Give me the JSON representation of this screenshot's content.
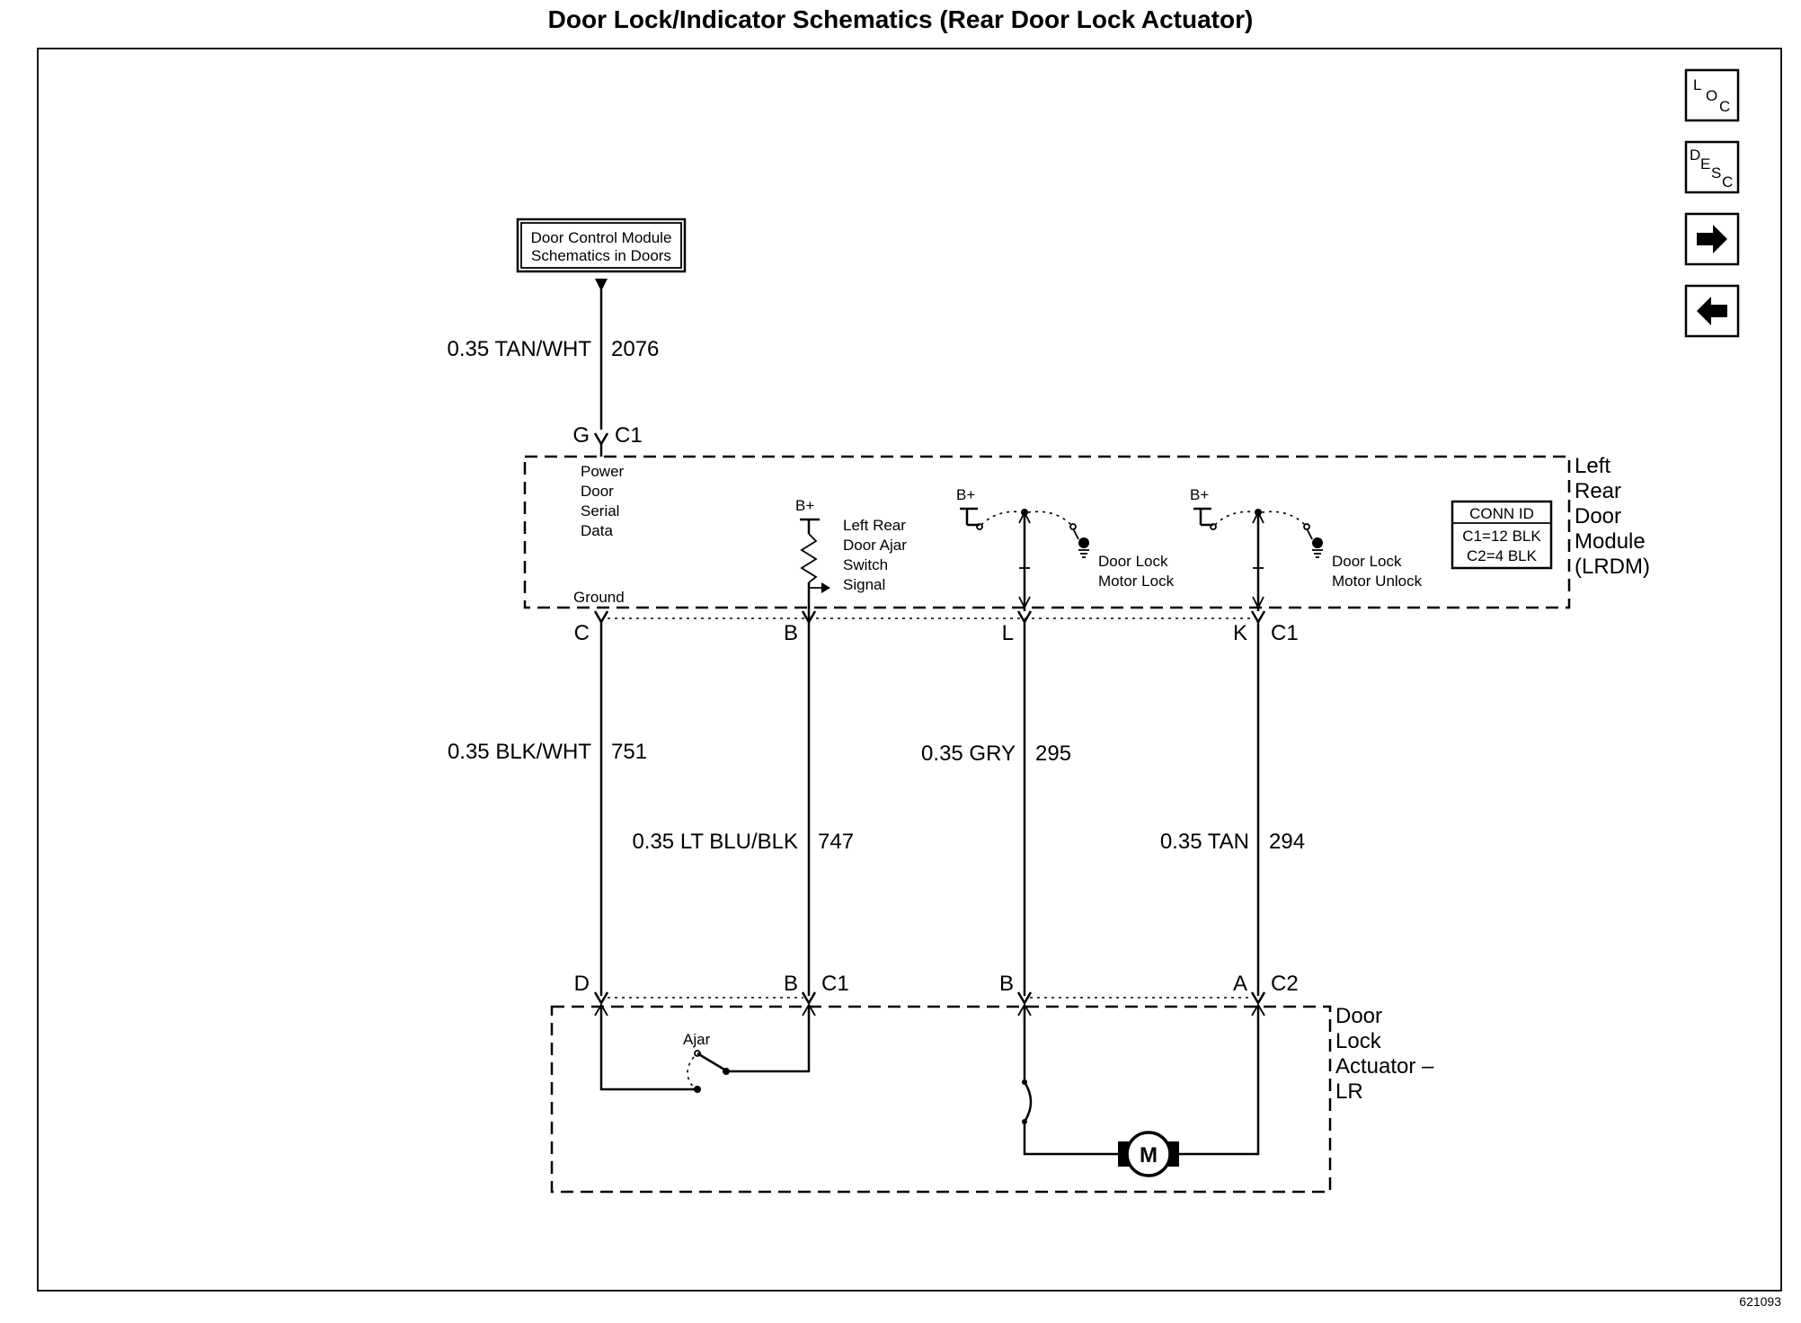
{
  "title": "Door Lock/Indicator Schematics (Rear Door Lock Actuator)",
  "figure_id": "621093",
  "nav": {
    "loc": {
      "a": "L",
      "b": "O",
      "c": "C"
    },
    "desc": {
      "a": "D",
      "b": "E",
      "c": "S",
      "d": "C"
    },
    "next_icon": "right-arrow-icon",
    "prev_icon": "left-arrow-icon"
  },
  "reference_box": {
    "line1": "Door Control Module",
    "line2": "Schematics in Doors"
  },
  "wires": {
    "top": {
      "gauge": "0.35 TAN/WHT",
      "circuit": "2076"
    },
    "w751": {
      "gauge": "0.35 BLK/WHT",
      "circuit": "751"
    },
    "w747": {
      "gauge": "0.35 LT BLU/BLK",
      "circuit": "747"
    },
    "w295": {
      "gauge": "0.35 GRY",
      "circuit": "295"
    },
    "w294": {
      "gauge": "0.35 TAN",
      "circuit": "294"
    }
  },
  "lrdm": {
    "name": [
      "Left",
      "Rear",
      "Door",
      "Module",
      "(LRDM)"
    ],
    "top_pin": "G",
    "top_conn": "C1",
    "serial": [
      "Power",
      "Door",
      "Serial",
      "Data"
    ],
    "ground": "Ground",
    "bplus": "B+",
    "ajar_signal": [
      "Left Rear",
      "Door Ajar",
      "Switch",
      "Signal"
    ],
    "lock": [
      "Door Lock",
      "Motor Lock"
    ],
    "unlock": [
      "Door Lock",
      "Motor Unlock"
    ],
    "conn_id": {
      "title": "CONN ID",
      "c1": "C1=12 BLK",
      "c2": "C2=4 BLK"
    },
    "bottom_pins": {
      "c": "C",
      "b": "B",
      "l": "L",
      "k": "K",
      "conn": "C1"
    }
  },
  "actuator": {
    "name": [
      "Door",
      "Lock",
      "Actuator –",
      "LR"
    ],
    "pins": {
      "d": "D",
      "b1": "B",
      "c1": "C1",
      "b2": "B",
      "a": "A",
      "c2": "C2"
    },
    "ajar": "Ajar",
    "motor": "M"
  }
}
